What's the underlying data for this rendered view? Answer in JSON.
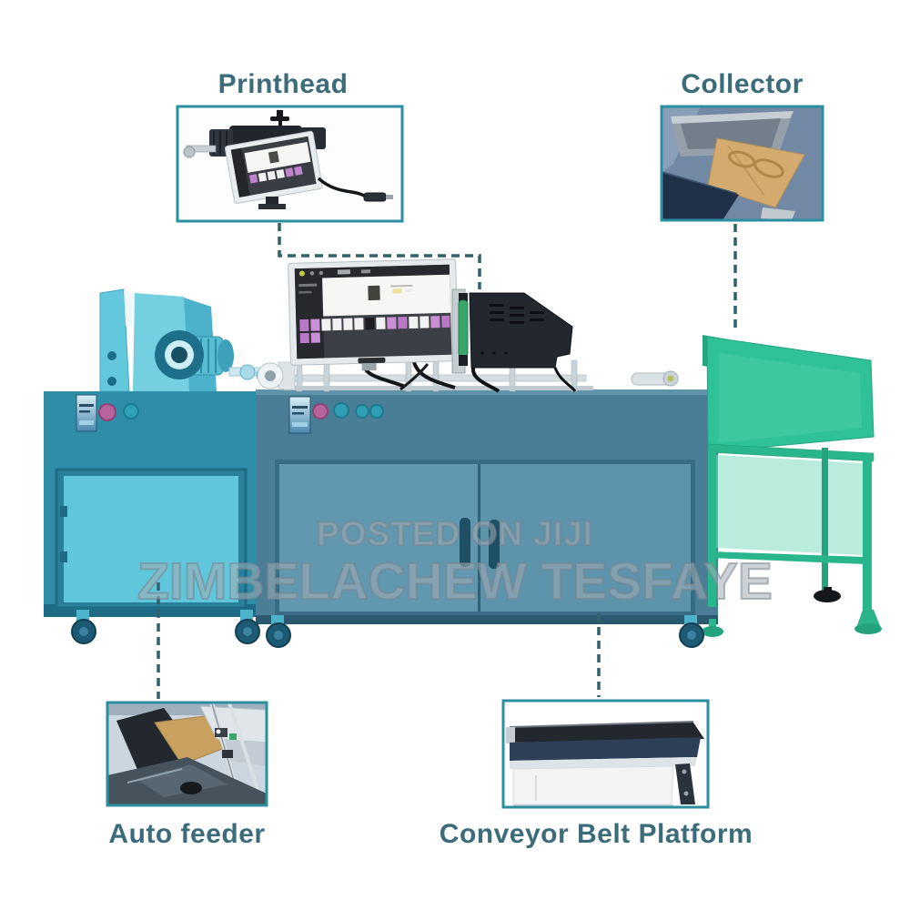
{
  "callouts": {
    "printhead": {
      "label": "Printhead"
    },
    "collector": {
      "label": "Collector"
    },
    "auto_feeder": {
      "label": "Auto feeder"
    },
    "conveyor": {
      "label": "Conveyor Belt Platform"
    }
  },
  "watermark": {
    "line1": "POSTED ON JIJI",
    "line2": "ZIMBELACHEW TESFAYE"
  },
  "colors": {
    "label_text": "#3c6b7a",
    "callout_border": "#2c8ea1",
    "connector_dash": "#32606b",
    "feeder_cyan_light": "#64c8dc",
    "feeder_cyan_dark": "#2f8da8",
    "main_cabinet": "#4a7e97",
    "main_cabinet_door": "#6197af",
    "collector_green": "#2fc197",
    "printhead_black": "#23282f",
    "watermark_gray": "#8d97a0"
  }
}
